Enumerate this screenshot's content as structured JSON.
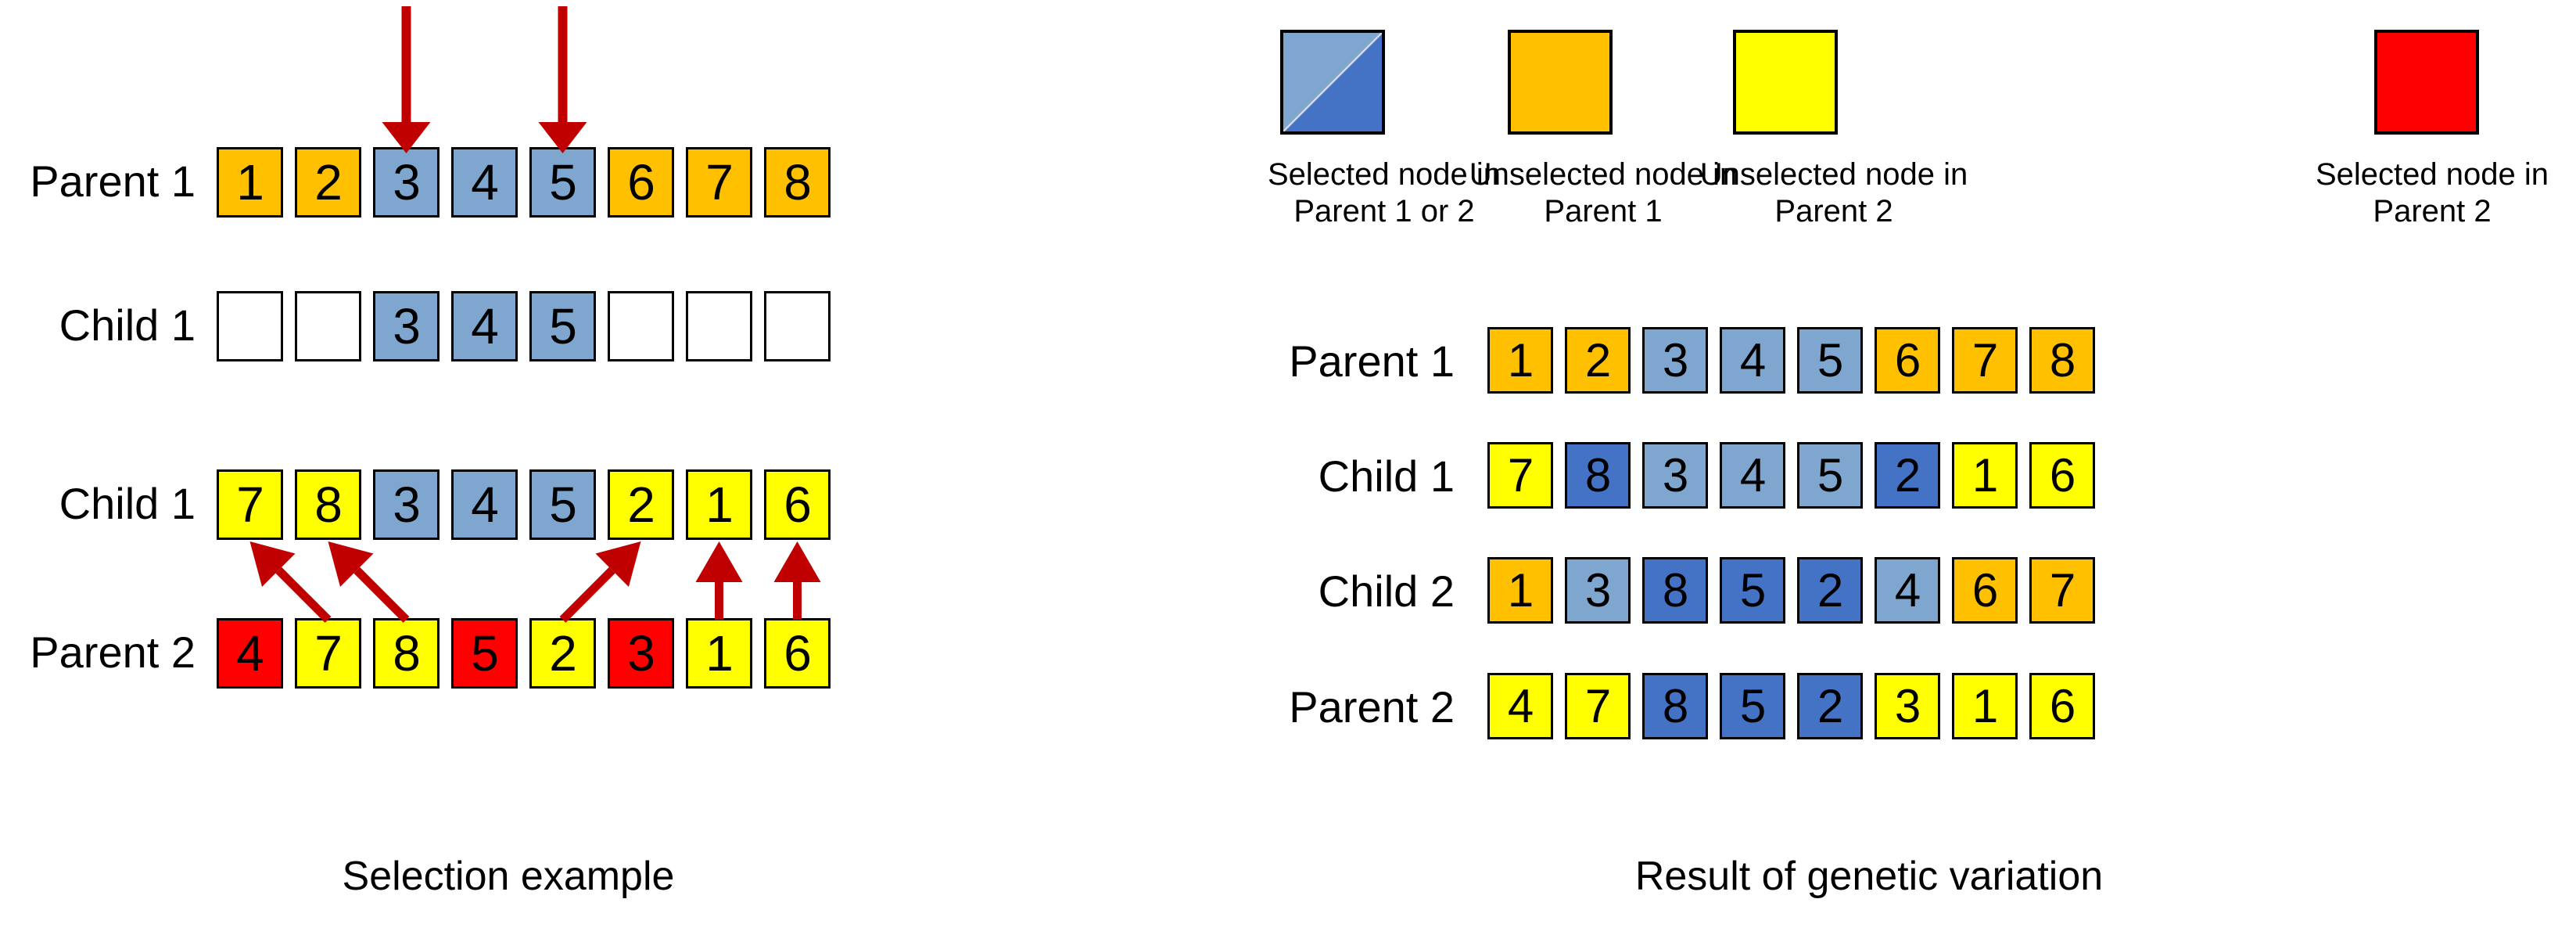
{
  "colors": {
    "orange": "#FFC000",
    "yellow": "#FFFF00",
    "red": "#FF0000",
    "light_blue": "#7FA6CF",
    "dark_blue": "#4472C4",
    "white": "#FFFFFF",
    "arrow_red": "#C00000",
    "outline": "#000000"
  },
  "legend": {
    "items": [
      {
        "swatch": "split-lightblue-darkblue",
        "line1": "Selected node in",
        "line2": "Parent 1 or 2"
      },
      {
        "swatch": "orange",
        "line1": "Unselected node in",
        "line2": "Parent 1"
      },
      {
        "swatch": "yellow",
        "line1": "Unselected node in",
        "line2": "Parent 2"
      },
      {
        "swatch": "red",
        "line1": "Selected node in",
        "line2": "Parent 2"
      }
    ]
  },
  "selection_example": {
    "caption": "Selection example",
    "rows": [
      {
        "label": "Parent 1",
        "cells": [
          {
            "value": "1",
            "color": "orange"
          },
          {
            "value": "2",
            "color": "orange"
          },
          {
            "value": "3",
            "color": "light_blue"
          },
          {
            "value": "4",
            "color": "light_blue"
          },
          {
            "value": "5",
            "color": "light_blue"
          },
          {
            "value": "6",
            "color": "orange"
          },
          {
            "value": "7",
            "color": "orange"
          },
          {
            "value": "8",
            "color": "orange"
          }
        ]
      },
      {
        "label": "Child 1",
        "cells": [
          {
            "value": "",
            "color": "white"
          },
          {
            "value": "",
            "color": "white"
          },
          {
            "value": "3",
            "color": "light_blue"
          },
          {
            "value": "4",
            "color": "light_blue"
          },
          {
            "value": "5",
            "color": "light_blue"
          },
          {
            "value": "",
            "color": "white"
          },
          {
            "value": "",
            "color": "white"
          },
          {
            "value": "",
            "color": "white"
          }
        ]
      },
      {
        "label": "Child 1",
        "cells": [
          {
            "value": "7",
            "color": "yellow"
          },
          {
            "value": "8",
            "color": "yellow"
          },
          {
            "value": "3",
            "color": "light_blue"
          },
          {
            "value": "4",
            "color": "light_blue"
          },
          {
            "value": "5",
            "color": "light_blue"
          },
          {
            "value": "2",
            "color": "yellow"
          },
          {
            "value": "1",
            "color": "yellow"
          },
          {
            "value": "6",
            "color": "yellow"
          }
        ]
      },
      {
        "label": "Parent 2",
        "cells": [
          {
            "value": "4",
            "color": "red"
          },
          {
            "value": "7",
            "color": "yellow"
          },
          {
            "value": "8",
            "color": "yellow"
          },
          {
            "value": "5",
            "color": "red"
          },
          {
            "value": "2",
            "color": "yellow"
          },
          {
            "value": "3",
            "color": "red"
          },
          {
            "value": "1",
            "color": "yellow"
          },
          {
            "value": "6",
            "color": "yellow"
          }
        ]
      }
    ],
    "crossover_point_arrows": [
      {
        "target_index": 2,
        "label": "crossover-point-arrow-left"
      },
      {
        "target_index": 4,
        "label": "crossover-point-arrow-right"
      }
    ],
    "mapping_arrows": [
      {
        "from_index": 1,
        "to_index": 0
      },
      {
        "from_index": 2,
        "to_index": 1
      },
      {
        "from_index": 4,
        "to_index": 5
      },
      {
        "from_index": 6,
        "to_index": 6
      },
      {
        "from_index": 7,
        "to_index": 7
      }
    ]
  },
  "genetic_variation": {
    "caption": "Result of genetic variation",
    "rows": [
      {
        "label": "Parent 1",
        "cells": [
          {
            "value": "1",
            "color": "orange"
          },
          {
            "value": "2",
            "color": "orange"
          },
          {
            "value": "3",
            "color": "light_blue"
          },
          {
            "value": "4",
            "color": "light_blue"
          },
          {
            "value": "5",
            "color": "light_blue"
          },
          {
            "value": "6",
            "color": "orange"
          },
          {
            "value": "7",
            "color": "orange"
          },
          {
            "value": "8",
            "color": "orange"
          }
        ]
      },
      {
        "label": "Child 1",
        "cells": [
          {
            "value": "7",
            "color": "yellow"
          },
          {
            "value": "8",
            "color": "dark_blue"
          },
          {
            "value": "3",
            "color": "light_blue"
          },
          {
            "value": "4",
            "color": "light_blue"
          },
          {
            "value": "5",
            "color": "light_blue"
          },
          {
            "value": "2",
            "color": "dark_blue"
          },
          {
            "value": "1",
            "color": "yellow"
          },
          {
            "value": "6",
            "color": "yellow"
          }
        ]
      },
      {
        "label": "Child 2",
        "cells": [
          {
            "value": "1",
            "color": "orange"
          },
          {
            "value": "3",
            "color": "light_blue"
          },
          {
            "value": "8",
            "color": "dark_blue"
          },
          {
            "value": "5",
            "color": "dark_blue"
          },
          {
            "value": "2",
            "color": "dark_blue"
          },
          {
            "value": "4",
            "color": "light_blue"
          },
          {
            "value": "6",
            "color": "orange"
          },
          {
            "value": "7",
            "color": "orange"
          }
        ]
      },
      {
        "label": "Parent 2",
        "cells": [
          {
            "value": "4",
            "color": "yellow"
          },
          {
            "value": "7",
            "color": "yellow"
          },
          {
            "value": "8",
            "color": "dark_blue"
          },
          {
            "value": "5",
            "color": "dark_blue"
          },
          {
            "value": "2",
            "color": "dark_blue"
          },
          {
            "value": "3",
            "color": "yellow"
          },
          {
            "value": "1",
            "color": "yellow"
          },
          {
            "value": "6",
            "color": "yellow"
          }
        ]
      }
    ]
  }
}
